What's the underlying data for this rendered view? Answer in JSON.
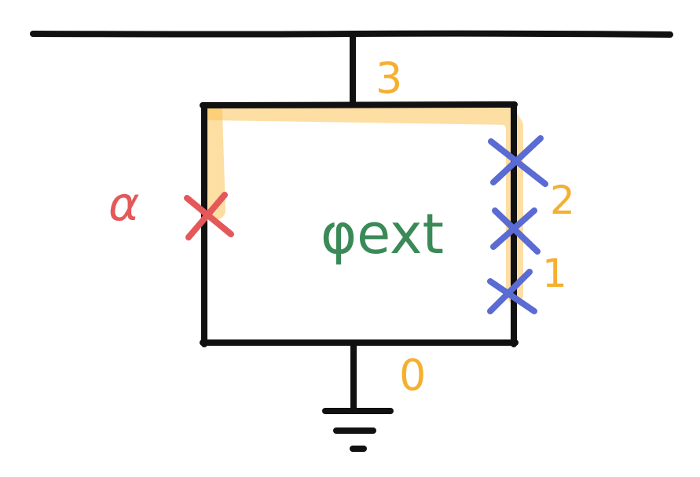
{
  "colors": {
    "wire": "#111111",
    "highlight": "#FCC257",
    "node_label": "#F5B030",
    "alpha": "#E4585A",
    "junction": "#5A6BD3",
    "flux": "#3A8A57"
  },
  "diagram": {
    "node_labels": {
      "top": "3",
      "right_upper": "2",
      "right_lower": "1",
      "bottom": "0"
    },
    "junction_labels": {
      "left": "α"
    },
    "flux_label": "φext"
  }
}
